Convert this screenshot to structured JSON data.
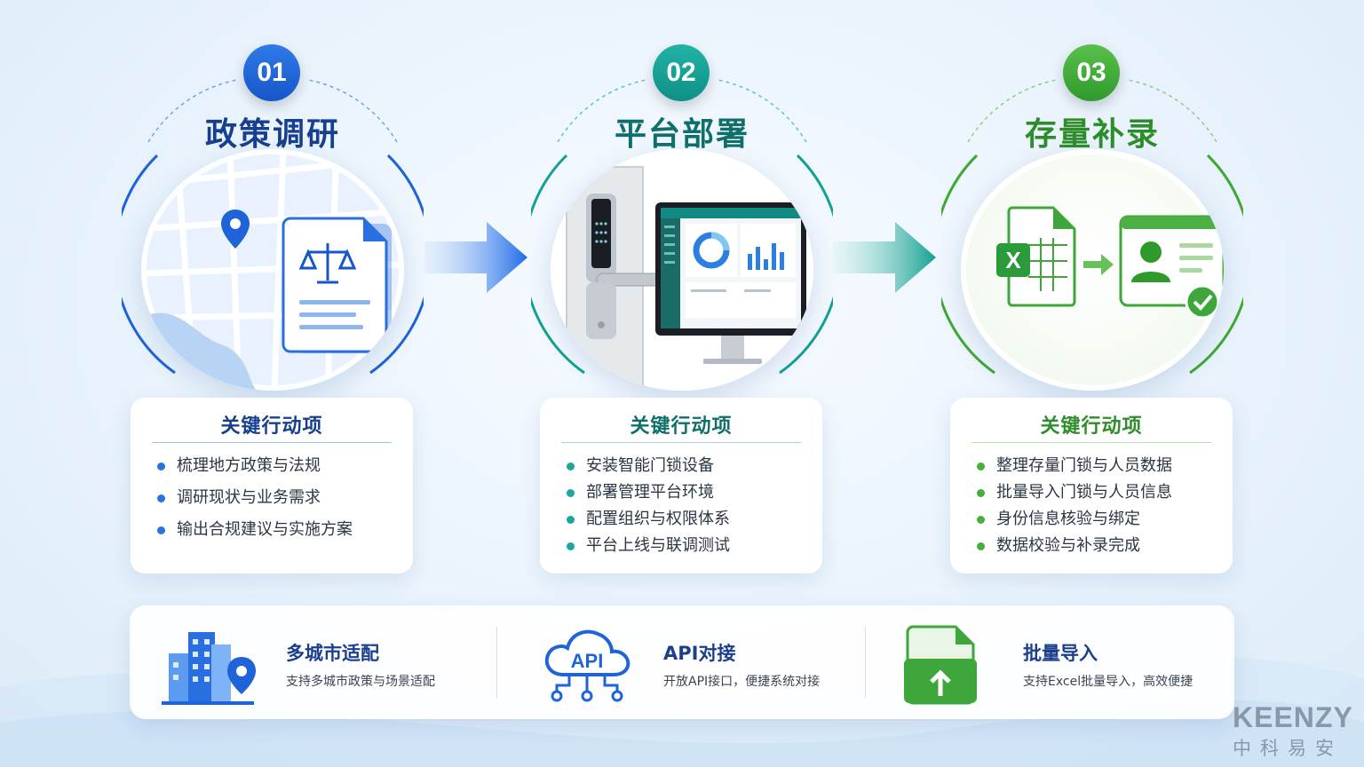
{
  "steps": [
    {
      "number": "01",
      "title": "政策调研",
      "card_title": "关键行动项",
      "items": [
        "梳理地方政策与法规",
        "调研现状与业务需求",
        "输出合规建议与实施方案"
      ],
      "color": "#1656c8"
    },
    {
      "number": "02",
      "title": "平台部署",
      "card_title": "关键行动项",
      "items": [
        "安装智能门锁设备",
        "部署管理平台环境",
        "配置组织与权限体系",
        "平台上线与联调测试"
      ],
      "color": "#0f8f86"
    },
    {
      "number": "03",
      "title": "存量补录",
      "card_title": "关键行动项",
      "items": [
        "整理存量门锁与人员数据",
        "批量导入门锁与人员信息",
        "身份信息核验与绑定",
        "数据校验与补录完成"
      ],
      "color": "#2f9a2c"
    }
  ],
  "step_icons": [
    "map-with-legal-document-icon",
    "smart-lock-and-dashboard-icon",
    "excel-to-profile-icon"
  ],
  "features": [
    {
      "name": "多城市适配",
      "desc": "支持多城市政策与场景适配",
      "icon": "city-buildings-icon"
    },
    {
      "name": "API对接",
      "desc": "开放API接口，便捷系统对接",
      "icon": "api-cloud-icon",
      "icon_text": "API"
    },
    {
      "name": "批量导入",
      "desc": "支持Excel批量导入，高效便捷",
      "icon": "file-upload-icon"
    }
  ],
  "brand": {
    "en": "KEENZY",
    "cn": "中科易安"
  }
}
